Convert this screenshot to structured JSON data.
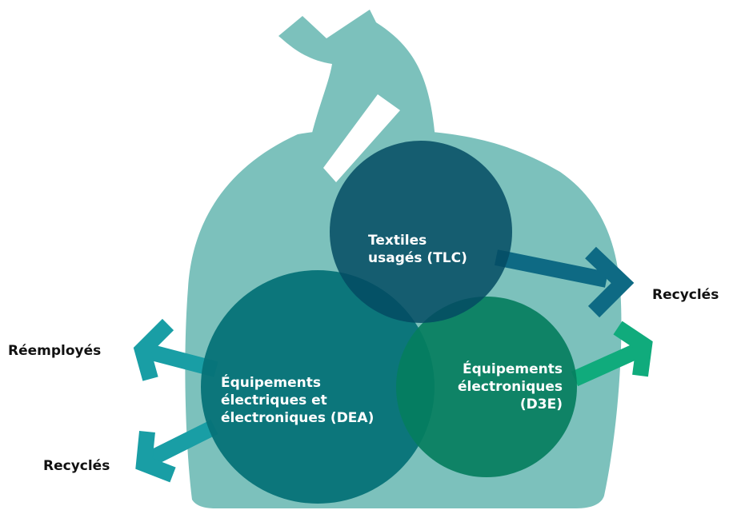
{
  "circles": {
    "tlc": {
      "line1": "Textiles",
      "line2": "usagés (TLC)"
    },
    "dea": {
      "line1": "Équipements",
      "line2": "électriques et",
      "line3": "électroniques (DEA)"
    },
    "d3e": {
      "line1": "Équipements",
      "line2": "électroniques",
      "line3": "(D3E)"
    }
  },
  "outcomes": {
    "tlc_out": "Recyclés",
    "dea_reuse": "Réemployés",
    "dea_recycle": "Recyclés"
  },
  "colors": {
    "bag": "#7cc1bc",
    "tlc": "#044b63",
    "dea": "#067277",
    "d3e": "#057e5e",
    "arrow_tlc": "#0e6a84",
    "arrow_dea": "#199ea5",
    "arrow_d3e": "#10ab7c"
  },
  "icons": {
    "bag": "garbage-bag-icon",
    "arrow": "arrow-icon"
  }
}
